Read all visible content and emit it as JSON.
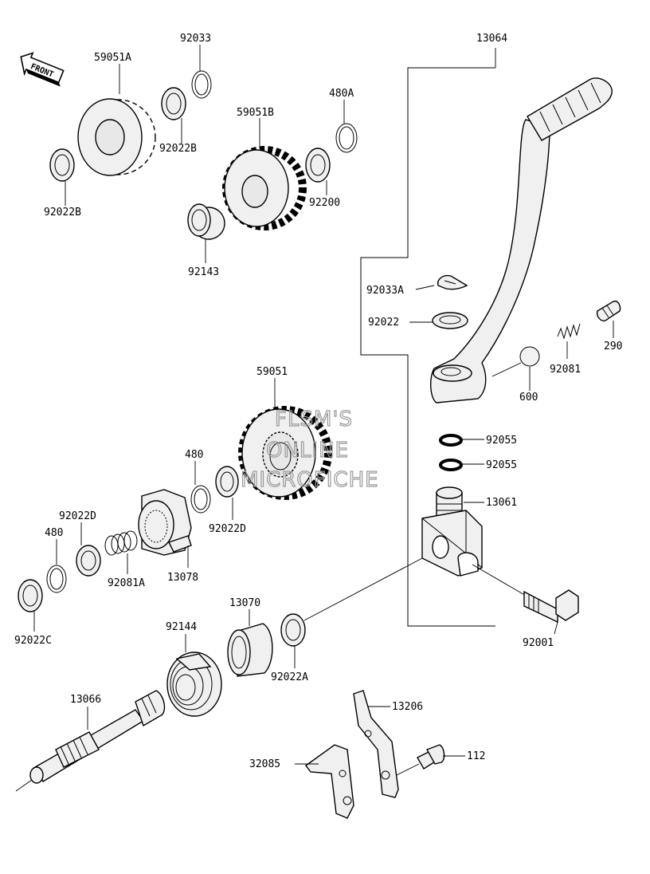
{
  "front_arrow": {
    "label": "FRONT",
    "icon": "front-arrow-icon"
  },
  "watermark": {
    "lines": [
      "FLSM'S",
      "ONLINE",
      "MICROFICHE"
    ]
  },
  "parts": {
    "p13064": "13064",
    "p59051A": "59051A",
    "p92033": "92033",
    "p92022B_a": "92022B",
    "p92022B_b": "92022B",
    "p480A": "480A",
    "p59051B": "59051B",
    "p92200": "92200",
    "p92143": "92143",
    "p92033A": "92033A",
    "p92022": "92022",
    "p290": "290",
    "p92081": "92081",
    "p600": "600",
    "p59051": "59051",
    "p92055_a": "92055",
    "p92055_b": "92055",
    "p480_a": "480",
    "p480_b": "480",
    "p13061": "13061",
    "p92022D_a": "92022D",
    "p92022D_b": "92022D",
    "p92081A": "92081A",
    "p13078": "13078",
    "p92022C": "92022C",
    "p13070": "13070",
    "p92144": "92144",
    "p92001": "92001",
    "p92022A": "92022A",
    "p13066": "13066",
    "p13206": "13206",
    "p32085": "32085",
    "p112": "112"
  }
}
